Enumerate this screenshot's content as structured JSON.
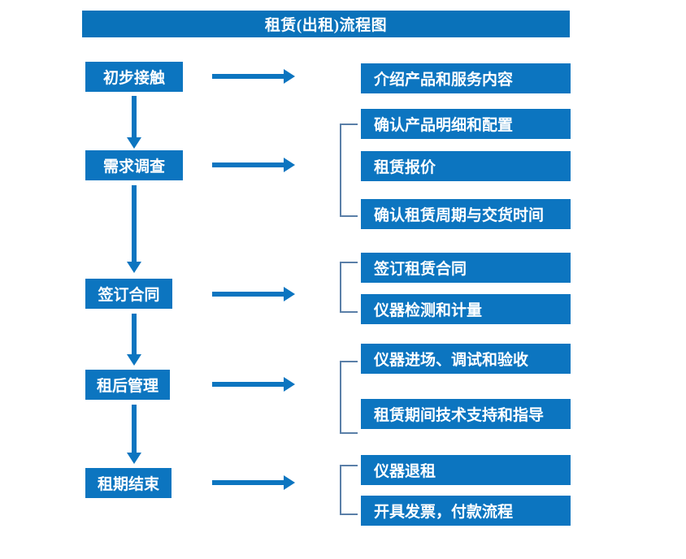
{
  "diagram": {
    "title": "租赁(出租)流程图",
    "colors": {
      "title_bar": "#0a72ba",
      "box": "#0c75c0",
      "arrow": "#0c75c0",
      "bracket": "#5a7fa8",
      "box_text": "#ffffff",
      "background": "#ffffff"
    },
    "stages": [
      {
        "label": "初步接触"
      },
      {
        "label": "需求调查"
      },
      {
        "label": "签订合同"
      },
      {
        "label": "租后管理"
      },
      {
        "label": "租期结束"
      }
    ],
    "groups": [
      {
        "stage": "初步接触",
        "bracket": false,
        "details": [
          "介绍产品和服务内容"
        ]
      },
      {
        "stage": "需求调查",
        "bracket": true,
        "details": [
          "确认产品明细和配置",
          "租赁报价",
          "确认租赁周期与交货时间"
        ]
      },
      {
        "stage": "签订合同",
        "bracket": true,
        "details": [
          "签订租赁合同",
          "仪器检测和计量"
        ]
      },
      {
        "stage": "租后管理",
        "bracket": true,
        "details": [
          "仪器进场、调试和验收",
          "租赁期间技术支持和指导"
        ]
      },
      {
        "stage": "租期结束",
        "bracket": true,
        "details": [
          "仪器退租",
          "开具发票，付款流程"
        ]
      }
    ],
    "connectors": {
      "horizontal_arrow_count": 5,
      "vertical_arrow_count": 4,
      "direction": "top-to-bottom"
    }
  }
}
